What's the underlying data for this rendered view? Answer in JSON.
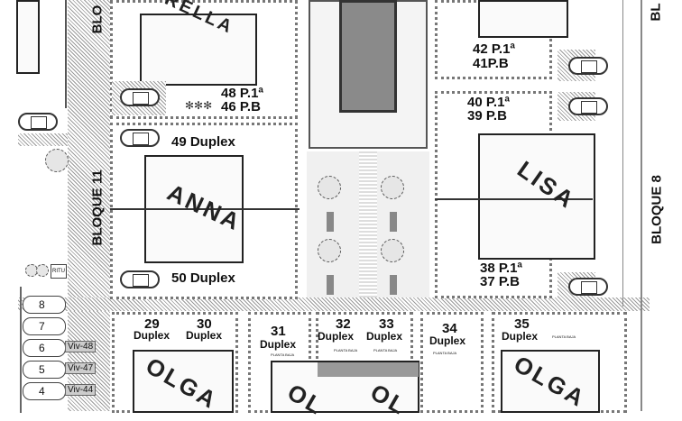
{
  "blocks": {
    "left": "BLOQUE 11",
    "right": "BLOQUE 8",
    "top_left": "BLO",
    "top_right": "BL"
  },
  "house_names": {
    "arella": "RELLA",
    "anna": "ANNA",
    "lisa": "LISA",
    "olga_left": "OLGA",
    "olga_mid1": "OL",
    "olga_mid2": "OL",
    "olga_right": "OLGA"
  },
  "units": {
    "u48": "48 P.1ª",
    "u46": "46 P.B",
    "u49": "49 Duplex",
    "u50": "50 Duplex",
    "u42": "42 P.1ª",
    "u41": "41P.B",
    "u40": "40 P.1ª",
    "u39": "39 P.B",
    "u38": "38 P.1ª",
    "u37": "37 P.B"
  },
  "bottom_units": [
    {
      "num": "29",
      "type": "Duplex",
      "sub": ""
    },
    {
      "num": "30",
      "type": "Duplex",
      "sub": ""
    },
    {
      "num": "31",
      "type": "Duplex",
      "sub": "PLANTA BAJA"
    },
    {
      "num": "32",
      "type": "Duplex",
      "sub": "PLANTA BAJA"
    },
    {
      "num": "33",
      "type": "Duplex",
      "sub": "PLANTA BAJA"
    },
    {
      "num": "34",
      "type": "Duplex",
      "sub": "PLANTA BAJA"
    },
    {
      "num": "35",
      "type": "Duplex",
      "sub": "PLANTA BAJA"
    }
  ],
  "ritu": "RITU",
  "parking": [
    {
      "num": "8",
      "viv": ""
    },
    {
      "num": "7",
      "viv": ""
    },
    {
      "num": "6",
      "viv": "Viv-48"
    },
    {
      "num": "5",
      "viv": "Viv-47"
    },
    {
      "num": "4",
      "viv": "Viv-44"
    }
  ]
}
